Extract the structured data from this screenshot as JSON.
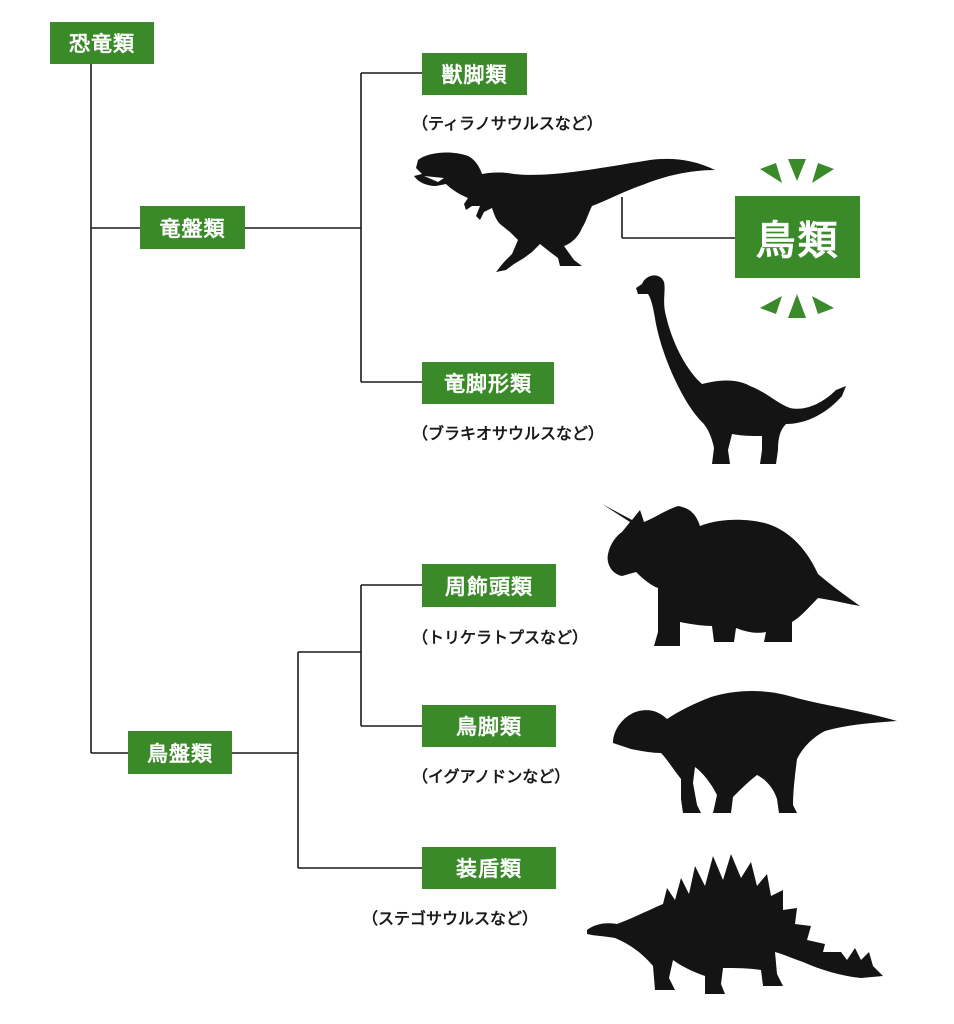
{
  "root": {
    "label": "恐竜類"
  },
  "saurischia": {
    "label": "竜盤類",
    "theropoda": {
      "label": "獣脚類",
      "example": "（ティラノサウルスなど）"
    },
    "sauropodomorpha": {
      "label": "竜脚形類",
      "example": "（ブラキオサウルスなど）"
    }
  },
  "birds": {
    "label": "鳥類"
  },
  "ornithischia": {
    "label": "鳥盤類",
    "marginocephalia": {
      "label": "周飾頭類",
      "example": "（トリケラトプスなど）"
    },
    "ornithopoda": {
      "label": "鳥脚類",
      "example": "（イグアノドンなど）"
    },
    "thyreophora": {
      "label": "装盾類",
      "example": "（ステゴサウルスなど）"
    }
  },
  "icons": [
    "tyrannosaurus-icon",
    "brachiosaurus-icon",
    "triceratops-icon",
    "iguanodon-icon",
    "stegosaurus-icon"
  ],
  "colors": {
    "label_green": "#3a8a2a",
    "line": "#1a1a1a",
    "silhouette": "#141414"
  }
}
